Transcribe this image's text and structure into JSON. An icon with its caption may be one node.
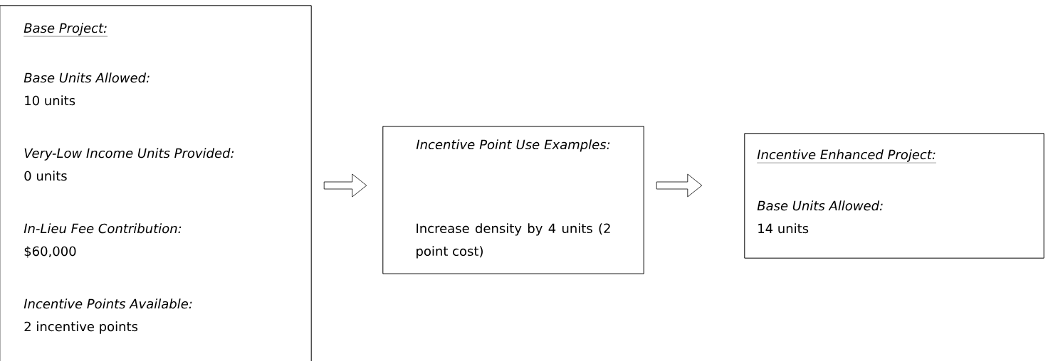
{
  "diagram": {
    "nodes": [
      {
        "text": [
          "Base Project:",
          "Base Units Allowed:",
          "10 units",
          "Very-Low Income Units Provided:",
          "0 units",
          "In-Lieu Fee Contribution:",
          "$60,000",
          "Incentive Points Available:",
          "2 incentive points"
        ]
      },
      {
        "text": [
          "Incentive Point Use Examples:",
          "Increase density by 4 units (2 point cost)"
        ]
      },
      {
        "text": [
          "Incentive Enhanced Project:",
          "Base Units Allowed:",
          "14 units"
        ]
      }
    ],
    "edges": [
      {
        "from": 0,
        "to": 1,
        "arrow": "to"
      },
      {
        "from": 1,
        "to": 2,
        "arrow": "to"
      }
    ]
  }
}
